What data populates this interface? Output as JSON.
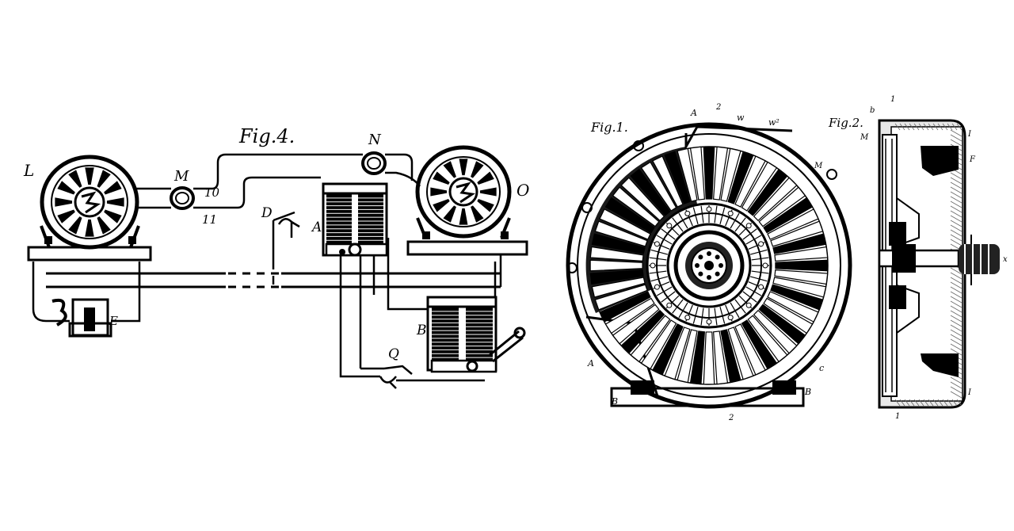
{
  "figures": {
    "fig4": {
      "caption": "Fig.4.",
      "labels": {
        "L": "L",
        "M": "M",
        "N": "N",
        "O": "O",
        "A": "A",
        "B": "B",
        "D": "D",
        "E": "E",
        "Q": "Q",
        "w10": "10",
        "w11": "11"
      }
    },
    "fig1": {
      "caption": "Fig.1.",
      "labels": {
        "A_top": "A",
        "A_bottom": "A",
        "B": "B",
        "B_right": "B",
        "M": "M",
        "c": "c",
        "z_top": "2",
        "z_bottom": "2",
        "w": "w",
        "w2": "w²"
      }
    },
    "fig2": {
      "caption": "Fig.2.",
      "labels": {
        "b": "b",
        "one_top": "1",
        "one_bottom": "1",
        "I_top": "I",
        "I_bottom": "I",
        "F": "F",
        "M": "M",
        "x": "x"
      }
    }
  },
  "colors": {
    "ink": "#000000",
    "paper": "#ffffff"
  }
}
